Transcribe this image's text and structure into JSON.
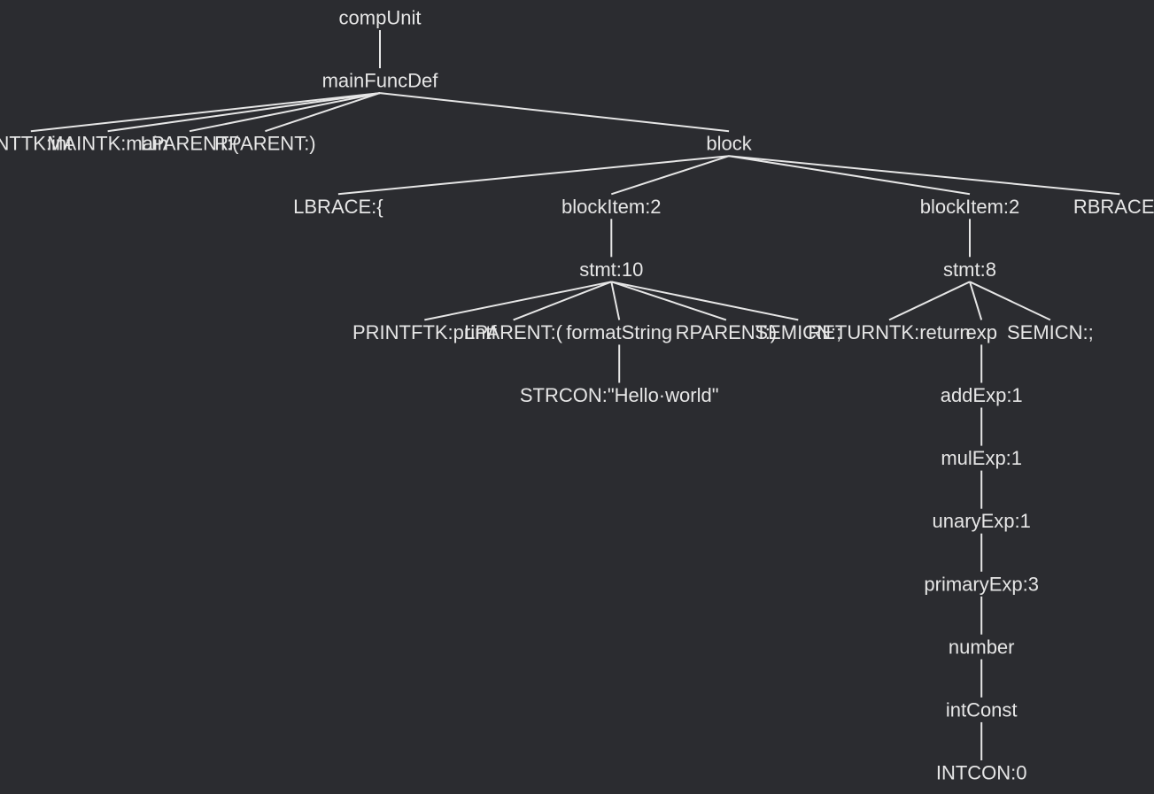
{
  "colors": {
    "background": "#2b2c30",
    "text": "#e6e6e6",
    "edge": "#e6e6e6"
  },
  "root": {
    "label": "compUnit",
    "children": [
      {
        "label": "mainFuncDef",
        "children": [
          {
            "label": "INTTK:int"
          },
          {
            "label": "MAINTK:main"
          },
          {
            "label": "LPARENT:("
          },
          {
            "label": "RPARENT:)"
          },
          {
            "label": "block",
            "children": [
              {
                "label": "LBRACE:{"
              },
              {
                "label": "blockItem:2",
                "children": [
                  {
                    "label": "stmt:10",
                    "children": [
                      {
                        "label": "PRINTFTK:printf"
                      },
                      {
                        "label": "LPARENT:("
                      },
                      {
                        "label": "formatString",
                        "children": [
                          {
                            "label": "STRCON:\"Hello·world\""
                          }
                        ]
                      },
                      {
                        "label": "RPARENT:)"
                      },
                      {
                        "label": "SEMICN:;"
                      }
                    ]
                  }
                ]
              },
              {
                "label": "blockItem:2",
                "children": [
                  {
                    "label": "stmt:8",
                    "children": [
                      {
                        "label": "RETURNTK:return"
                      },
                      {
                        "label": "exp",
                        "children": [
                          {
                            "label": "addExp:1",
                            "children": [
                              {
                                "label": "mulExp:1",
                                "children": [
                                  {
                                    "label": "unaryExp:1",
                                    "children": [
                                      {
                                        "label": "primaryExp:3",
                                        "children": [
                                          {
                                            "label": "number",
                                            "children": [
                                              {
                                                "label": "intConst",
                                                "children": [
                                                  {
                                                    "label": "INTCON:0"
                                                  }
                                                ]
                                              }
                                            ]
                                          }
                                        ]
                                      }
                                    ]
                                  }
                                ]
                              }
                            ]
                          }
                        ]
                      },
                      {
                        "label": "SEMICN:;"
                      }
                    ]
                  }
                ]
              },
              {
                "label": "RBRACE:}"
              }
            ]
          }
        ]
      }
    ]
  }
}
